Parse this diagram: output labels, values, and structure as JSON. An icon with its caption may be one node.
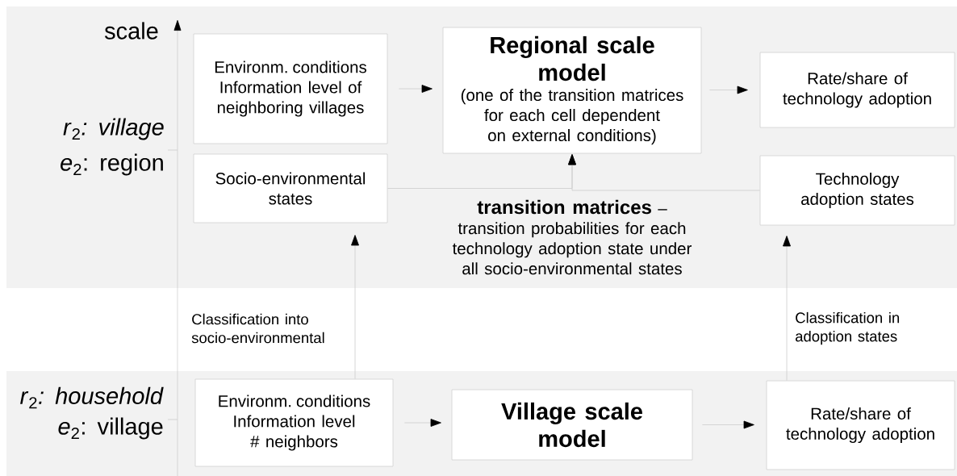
{
  "diagram": {
    "nodes": [
      {
        "text": [
          "Environm. conditions Information level of neighboring villages"
        ]
      },
      {
        "text": [
          "Regional scale model",
          "(one of the transition matrices for each cell dependent on external conditions)"
        ]
      },
      {
        "text": [
          "Rate/share of technology adoption"
        ]
      },
      {
        "text": [
          "Socio-environmental states"
        ]
      },
      {
        "text": [
          "Technology adoption states"
        ]
      },
      {
        "text": [
          "Environm. conditions Information level # neighbors"
        ]
      },
      {
        "text": [
          "Village scale model"
        ]
      },
      {
        "text": [
          "Rate/share of technology adoption"
        ]
      }
    ],
    "edges": [
      {
        "from": 0,
        "to": 1,
        "arrow": "to"
      },
      {
        "from": 1,
        "to": 2,
        "arrow": "to"
      },
      {
        "from": 3,
        "to": 1,
        "arrow": "to"
      },
      {
        "from": 4,
        "to": 1,
        "arrow": "to"
      },
      {
        "from": 5,
        "to": 3,
        "arrow": "to",
        "label": "Classification into socio-environmental"
      },
      {
        "from": 7,
        "to": 4,
        "arrow": "to",
        "label": "Classification in adoption states"
      },
      {
        "from": 5,
        "to": 6,
        "arrow": "to"
      },
      {
        "from": 6,
        "to": 7,
        "arrow": "to"
      }
    ],
    "labels": [
      "scale",
      "*r*$_{2}$*: village*",
      "*e*$_{2}$: region",
      "**transition matrices** – transition probabilities for each technology adoption state under all socio-environmental states",
      "*r*$_{2}$*: household*",
      "*e*$_{2}$: village"
    ]
  }
}
